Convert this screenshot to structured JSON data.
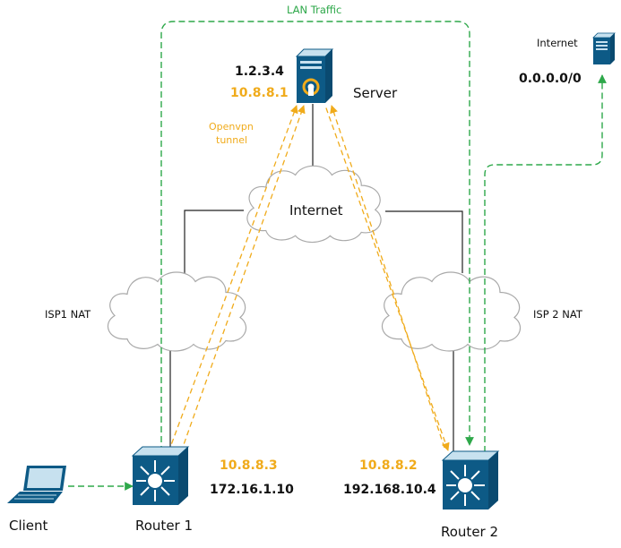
{
  "labels": {
    "lan_traffic": "LAN Traffic",
    "server": "Server",
    "server_public_ip": "1.2.3.4",
    "server_vpn_ip": "10.8.8.1",
    "openvpn_tunnel_line1": "Openvpn",
    "openvpn_tunnel_line2": "tunnel",
    "internet_cloud": "Internet",
    "internet_node": "Internet",
    "default_route": "0.0.0.0/0",
    "isp1": "ISP1 NAT",
    "isp2": "ISP 2 NAT",
    "router1": "Router 1",
    "router1_vpn_ip": "10.8.8.3",
    "router1_lan_ip": "172.16.1.10",
    "router2": "Router 2",
    "router2_vpn_ip": "10.8.8.2",
    "router2_lan_ip": "192.168.10.4",
    "client": "Client"
  },
  "colors": {
    "lan_traffic_green": "#2ea84a",
    "vpn_tunnel_orange": "#f0ab1b",
    "device_blue": "#0d5a86",
    "device_light": "#c7e1ef",
    "link_black": "#222222",
    "cloud_stroke": "#a9a9a9"
  },
  "icons": {
    "server": "server-tower-icon",
    "internet_node": "server-tower-icon",
    "router": "layer3-switch-icon",
    "client": "laptop-icon",
    "cloud": "cloud-icon"
  }
}
